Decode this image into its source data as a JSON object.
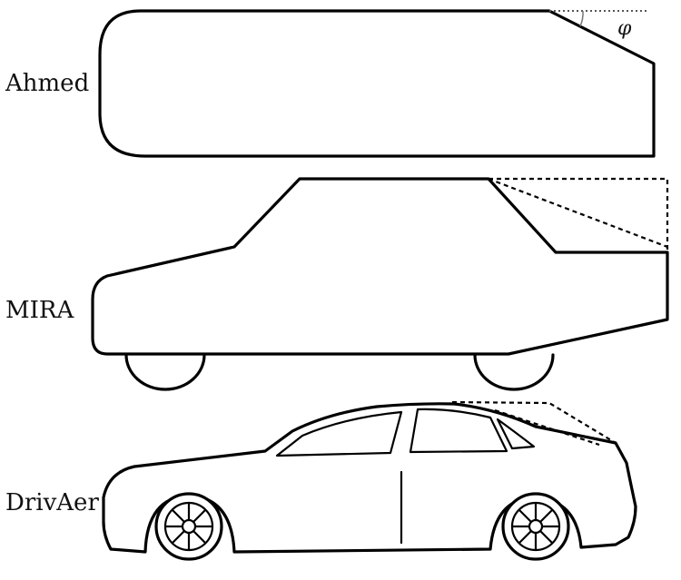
{
  "labels": {
    "ahmed": "Ahmed",
    "mira": "MIRA",
    "drivaer": "DrivAer",
    "angle_symbol": "φ"
  },
  "colors": {
    "stroke": "#000000",
    "text": "#111111",
    "background": "#ffffff"
  }
}
